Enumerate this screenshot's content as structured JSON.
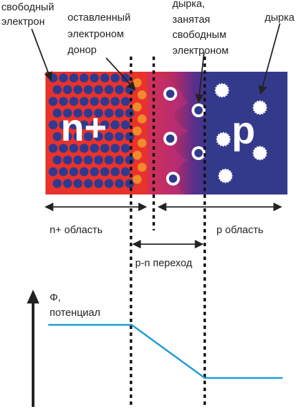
{
  "labels": {
    "free_electron_line1": "свободный",
    "free_electron_line2": "электрон",
    "donor_line1": "оставленный",
    "donor_line2": "электроном",
    "donor_line3": "донор",
    "hole_filled_line1": "дырка,",
    "hole_filled_line2": "занятая",
    "hole_filled_line3": "свободным",
    "hole_filled_line4": "электроном",
    "hole": "дырка",
    "n_region_symbol": "n+",
    "p_region_symbol": "p",
    "n_region": "n+ область",
    "p_region": "p область",
    "pn_junction": "p-n переход",
    "potential_line1": "Φ,",
    "potential_line2": "потенциал"
  },
  "colors": {
    "n_region": "#e8322c",
    "p_region": "#333a8c",
    "junction_mid": "#8a2a8a",
    "electron": "#2f3a8e",
    "donor": "#f08a2a",
    "hole": "#ffffff",
    "potential_curve": "#1c9bd6",
    "arrows": "#222222",
    "text": "#222222"
  }
}
